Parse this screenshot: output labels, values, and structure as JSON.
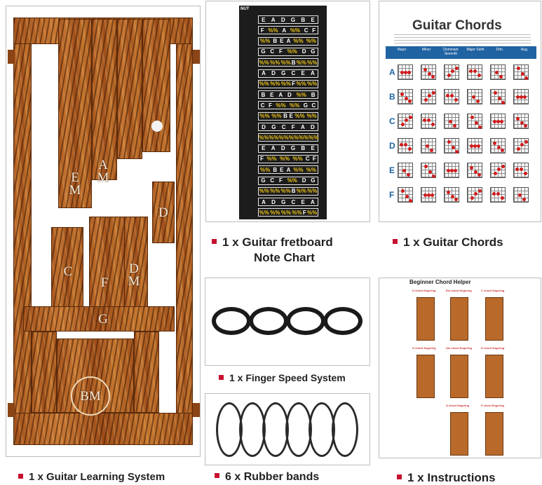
{
  "fretboard": {
    "nut": "NUT",
    "rows": [
      "E A D G B E",
      "F %% A %% C F",
      "%% B E A %% %%",
      "G C F %% D G",
      "%% %% %% B %% %%",
      "A D G C E A",
      "%% %% %% F %% %%",
      "B E A D %% B",
      "C F %% %% G C",
      "%% %% B E %% %%",
      "D G C F A D",
      "%% %% %% %% %% %%",
      "E A D G B E",
      "F %% %% %% C F",
      "%% B E A %% %%",
      "G C F %% D G",
      "%% %% %% B %% %%",
      "A D G C E A",
      "%% %% %% %% F %%"
    ]
  },
  "chords": {
    "title": "Guitar Chords",
    "headers": [
      "Major",
      "Minor",
      "Dominant Seventh",
      "Major Sixth",
      "Dim.",
      "Aug."
    ],
    "rows": [
      "A",
      "B",
      "C",
      "D",
      "E",
      "F"
    ]
  },
  "learning_system": {
    "labels": {
      "em": "E\nM",
      "am": "A\nM",
      "d": "D",
      "c": "C",
      "f": "F",
      "dm": "D\nM",
      "g": "G",
      "bm": "BM"
    }
  },
  "instructions": {
    "title": "Beginner Chord Helper",
    "chords": [
      "D chord fingering",
      "Em chord fingering",
      "C chord fingering",
      "G chord fingering",
      "Am chord fingering",
      "D chord fingering",
      "A chord fingering",
      "F chord fingering"
    ]
  },
  "captions": {
    "fretboard_line1": "1 x  Guitar fretboard",
    "fretboard_line2": "Note Chart",
    "chords": "1 x  Guitar Chords",
    "finger": "1 x  Finger Speed System",
    "learning": "1 x  Guitar Learning System",
    "bands": "6 x  Rubber bands",
    "instructions": "1 x  Instructions"
  },
  "colors": {
    "accent": "#c8102e",
    "chord_blue": "#1f63a3",
    "wood": "#b56627"
  }
}
